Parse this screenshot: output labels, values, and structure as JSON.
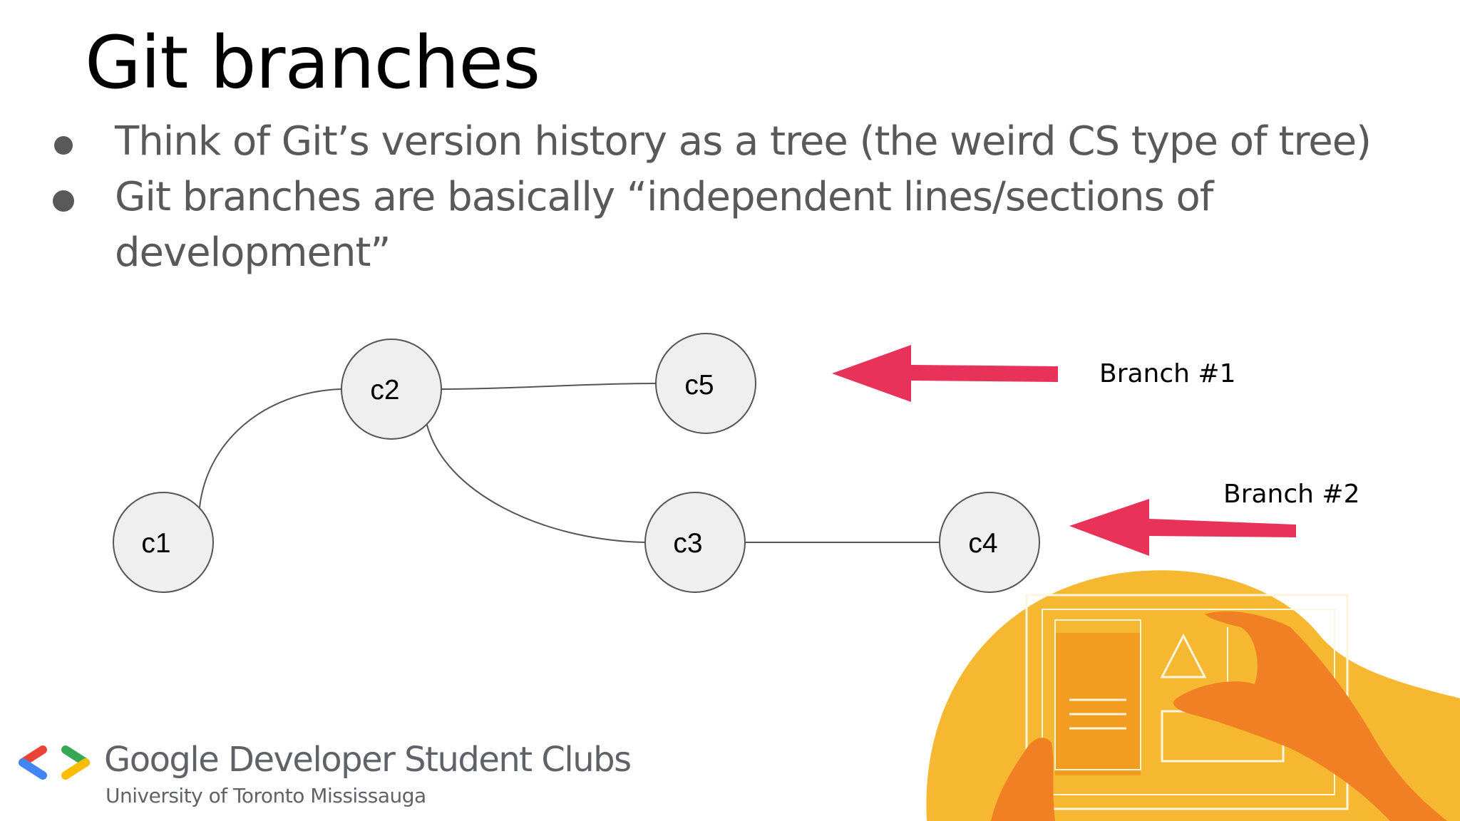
{
  "slide": {
    "title": "Git branches",
    "bullets": [
      "Think of Git’s version history as a tree (the weird CS type of tree)",
      "Git branches are basically “independent lines/sections of development”"
    ]
  },
  "diagram": {
    "nodes": [
      {
        "id": "c1",
        "label": "c1"
      },
      {
        "id": "c2",
        "label": "c2"
      },
      {
        "id": "c3",
        "label": "c3"
      },
      {
        "id": "c4",
        "label": "c4"
      },
      {
        "id": "c5",
        "label": "c5"
      }
    ],
    "edges": [
      {
        "from": "c1",
        "to": "c2"
      },
      {
        "from": "c2",
        "to": "c5"
      },
      {
        "from": "c2",
        "to": "c3"
      },
      {
        "from": "c3",
        "to": "c4"
      }
    ],
    "branch_labels": [
      {
        "label": "Branch #1",
        "points_to": "c5"
      },
      {
        "label": "Branch #2",
        "points_to": "c4"
      }
    ],
    "colors": {
      "node_fill": "#efefef",
      "node_stroke": "#555555",
      "arrow": "#e8325a"
    }
  },
  "footer": {
    "org_name": "Google Developer Student Clubs",
    "university": "University of Toronto Mississauga"
  }
}
